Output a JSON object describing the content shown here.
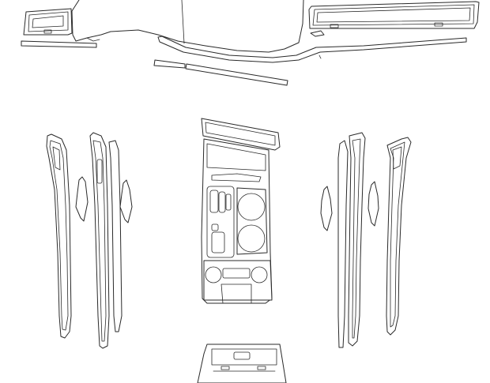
{
  "diagram": {
    "kind": "interior trim film cut template",
    "style": {
      "stroke": "#2a2a2a",
      "background": "#ffffff"
    },
    "parts": [
      "dashboard-left-vent-panel",
      "dashboard-main-panel",
      "dashboard-right-trim",
      "dashboard-lower-strips",
      "left-rear-door-trim",
      "left-front-door-trim",
      "center-console",
      "right-front-door-trim",
      "right-rear-door-trim",
      "rear-console-vent"
    ]
  }
}
